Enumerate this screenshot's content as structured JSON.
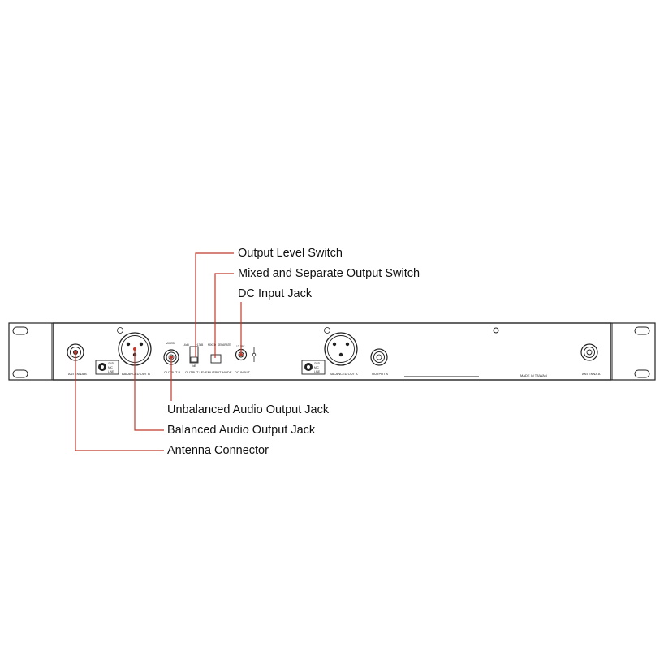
{
  "callouts": {
    "output_level_switch": "Output Level Switch",
    "mixed_separate_switch": "Mixed and Separate Output Switch",
    "dc_input_jack": "DC Input Jack",
    "unbalanced_output_jack": "Unbalanced Audio Output Jack",
    "balanced_output_jack": "Balanced Audio Output Jack",
    "antenna_connector": "Antenna Connector"
  },
  "panel_labels": {
    "antenna_b": "ANTENNA B",
    "balanced_out_b": "BALANCED OUT B",
    "mixed": "MIXED",
    "output_b": "OUTPUT B",
    "minus6db": "-6dB",
    "plus1tdb": "+17dB",
    "zerodb": "0dB",
    "output_level": "OUTPUT LEVEL",
    "mixed_small": "MIXED",
    "separate": "SEPARATE",
    "output_mode": "OUTPUT MODE",
    "dc_volt": "12-18V",
    "dc_input": "DC INPUT",
    "balanced_out_a": "BALANCED OUT A",
    "output_a": "OUTPUT A",
    "made_in": "MADE IN TAIWAN",
    "antenna_a": "ANTENNA A",
    "gnd": "GND",
    "mic": "MIC",
    "line": "LINE"
  },
  "colors": {
    "leader_line": "#c0392b",
    "panel_stroke": "#222222",
    "text": "#111111"
  }
}
